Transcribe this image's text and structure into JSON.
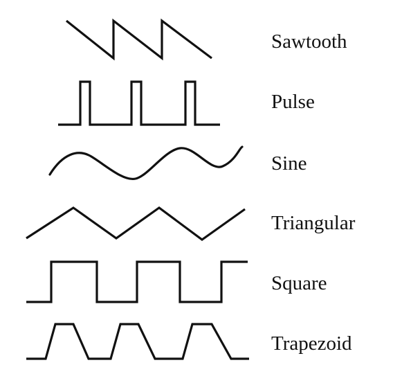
{
  "waveforms": [
    {
      "label": "Sawtooth"
    },
    {
      "label": "Pulse"
    },
    {
      "label": "Sine"
    },
    {
      "label": "Triangular"
    },
    {
      "label": "Square"
    },
    {
      "label": "Trapezoid"
    }
  ]
}
